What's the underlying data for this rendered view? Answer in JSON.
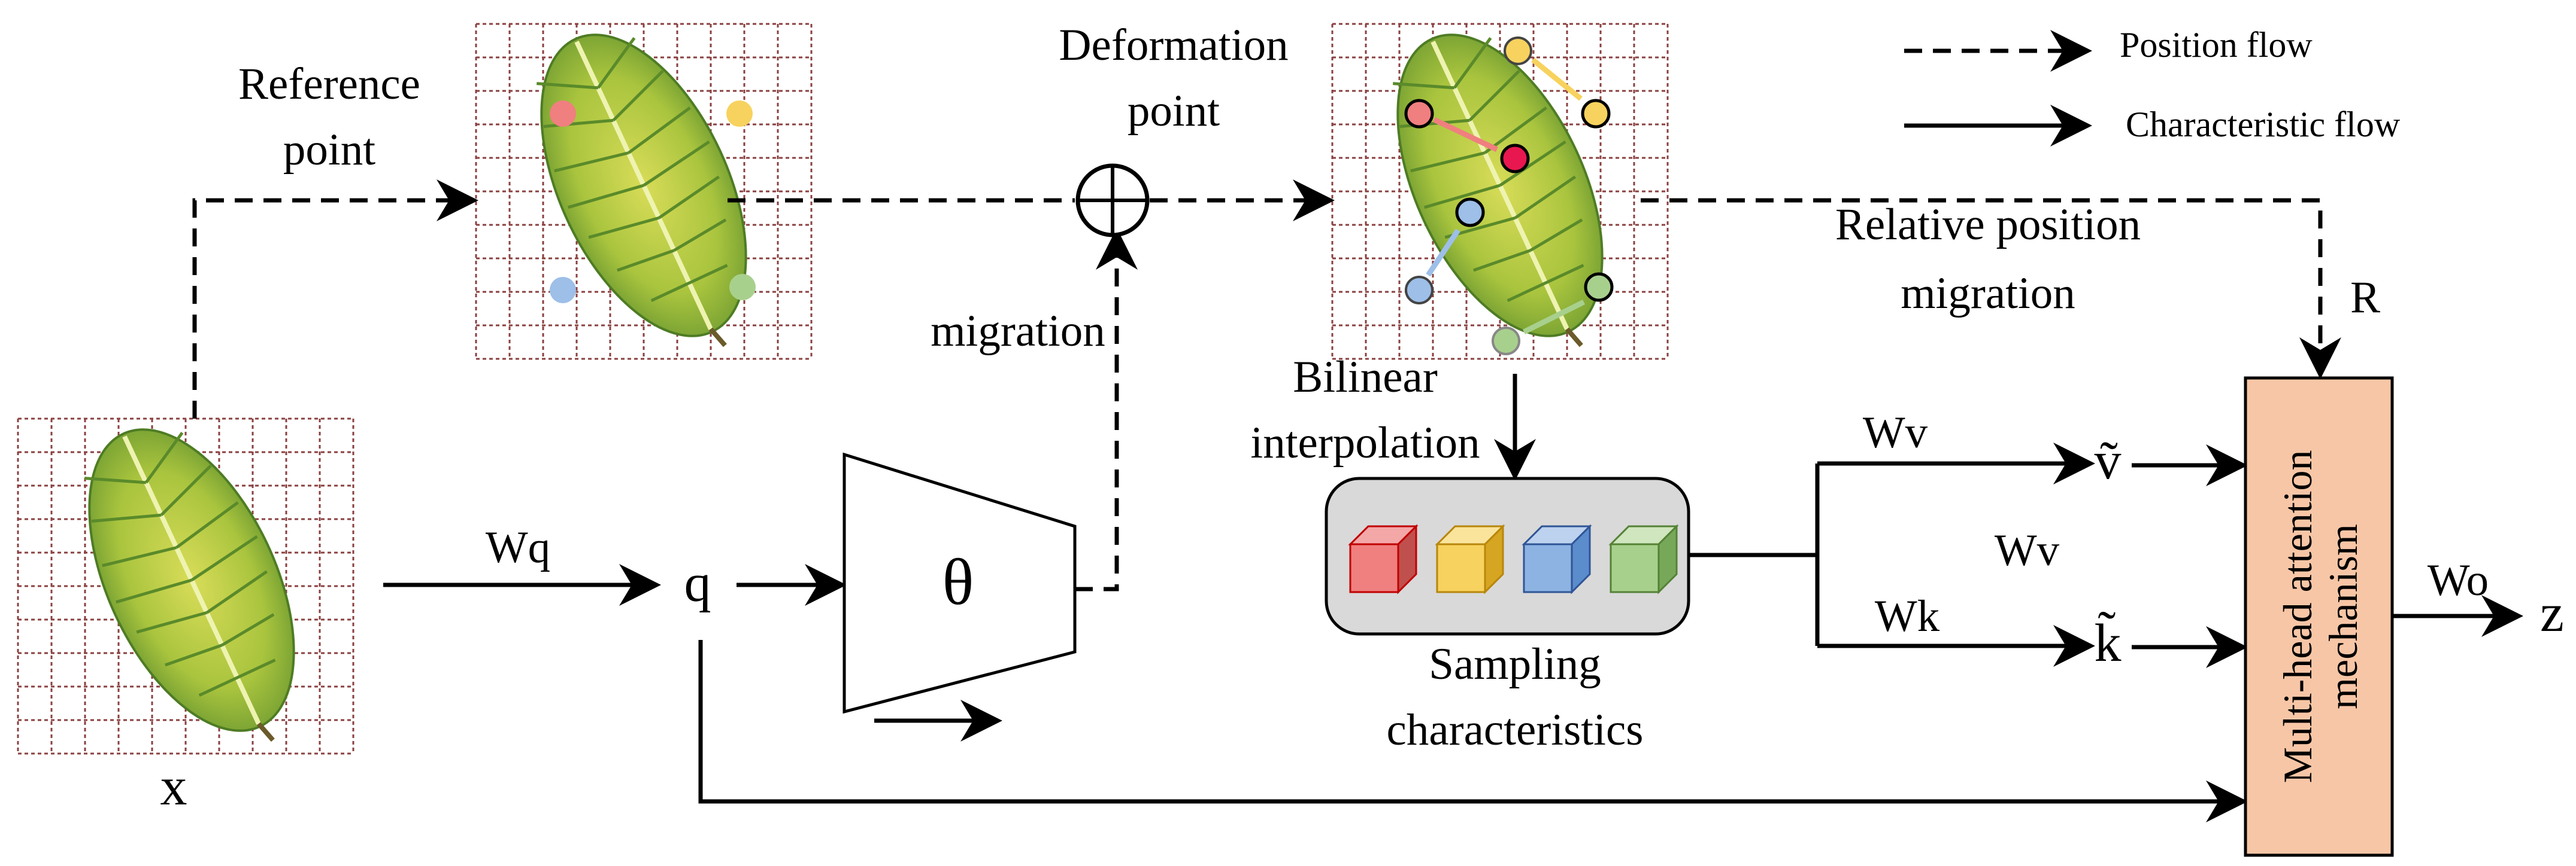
{
  "legend": {
    "position_flow": "Position flow",
    "characteristic_flow": "Characteristic flow"
  },
  "labels": {
    "reference_point": [
      "Reference",
      "point"
    ],
    "deformation_point": [
      "Deformation",
      "point"
    ],
    "migration": "migration",
    "relative_position_migration": [
      "Relative position",
      "migration"
    ],
    "r": "R",
    "bilinear_interpolation": [
      "Bilinear",
      "interpolation"
    ],
    "sampling_characteristics": [
      "Sampling",
      "characteristics"
    ],
    "wq": "Wq",
    "q": "q",
    "theta": "θ",
    "wv_top": "Wv",
    "wv_mid": "Wv",
    "wk": "Wk",
    "v_tilde": "ṽ",
    "k_tilde": "k̃",
    "attention_block": [
      "Multi-head attention",
      "mechanism"
    ],
    "wo": "Wo",
    "z": "z",
    "x": "x"
  },
  "colors": {
    "red_point": "#f07f7f",
    "yellow_point": "#f7d25e",
    "blue_point": "#9dbfe8",
    "green_point": "#a8d08d",
    "attention_fill": "#f7c6a6",
    "sampling_box_fill": "#d9d9d9",
    "leaf_light": "#c6d34a",
    "leaf_dark": "#5d8a2a"
  }
}
